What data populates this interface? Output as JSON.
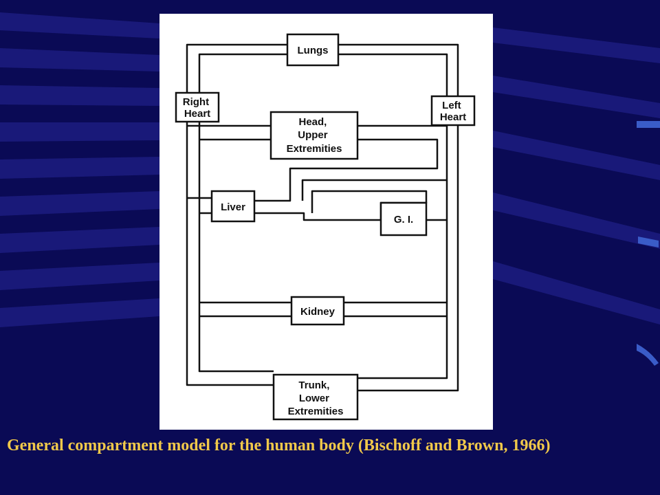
{
  "caption": "General compartment model for the human body (Bischoff and Brown, 1966)",
  "colors": {
    "background": "#0a0a55",
    "stripe": "#22228a",
    "caption": "#f0c84a",
    "accent_ticks": "#3a5cc8",
    "diagram_ink": "#111111",
    "diagram_paper": "#ffffff"
  },
  "diagram": {
    "nodes": {
      "lungs": [
        "Lungs"
      ],
      "right_heart": [
        "Right",
        "Heart"
      ],
      "left_heart": [
        "Left",
        "Heart"
      ],
      "head": [
        "Head,",
        "Upper",
        "Extremities"
      ],
      "liver": [
        "Liver"
      ],
      "gi": [
        "G. I."
      ],
      "kidney": [
        "Kidney"
      ],
      "trunk": [
        "Trunk,",
        "Lower",
        "Extremities"
      ]
    }
  }
}
